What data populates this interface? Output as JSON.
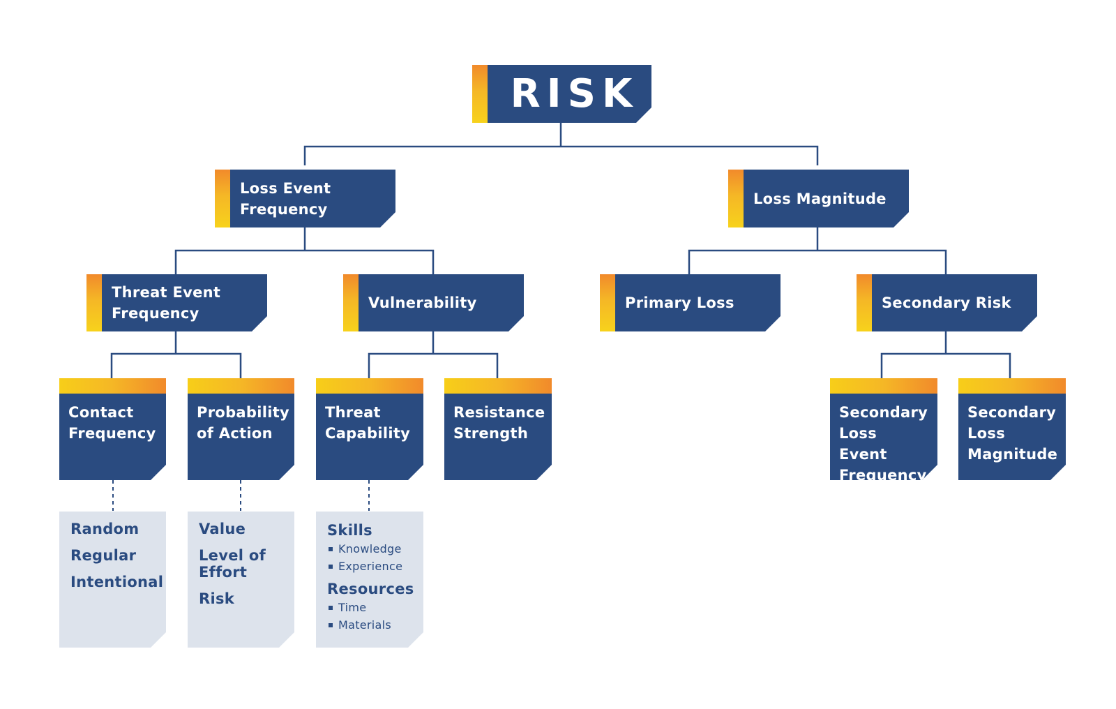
{
  "colors": {
    "node_fill": "#2a4b80",
    "detail_fill": "#dde3ec",
    "accent_orange": "#f18a2b",
    "accent_yellow": "#f7d21c",
    "connector": "#2a4b80"
  },
  "root": {
    "label": "RISK"
  },
  "level1": {
    "loss_event_frequency": "Loss Event Frequency",
    "loss_magnitude": "Loss Magnitude"
  },
  "level2": {
    "threat_event_frequency": "Threat Event Frequency",
    "vulnerability": "Vulnerability",
    "primary_loss": "Primary Loss",
    "secondary_risk": "Secondary Risk"
  },
  "level3": {
    "contact_frequency": "Contact Frequency",
    "probability_of_action": "Probability of Action",
    "threat_capability": "Threat Capability",
    "resistance_strength": "Resistance Strength",
    "secondary_loss_event_frequency": "Secondary Loss Event Frequency",
    "secondary_loss_magnitude": "Secondary Loss Magnitude"
  },
  "details": {
    "contact_frequency": [
      "Random",
      "Regular",
      "Intentional"
    ],
    "probability_of_action": [
      "Value",
      "Level of Effort",
      "Risk"
    ],
    "threat_capability": {
      "groups": [
        {
          "title": "Skills",
          "items": [
            "Knowledge",
            "Experience"
          ]
        },
        {
          "title": "Resources",
          "items": [
            "Time",
            "Materials"
          ]
        }
      ]
    }
  }
}
